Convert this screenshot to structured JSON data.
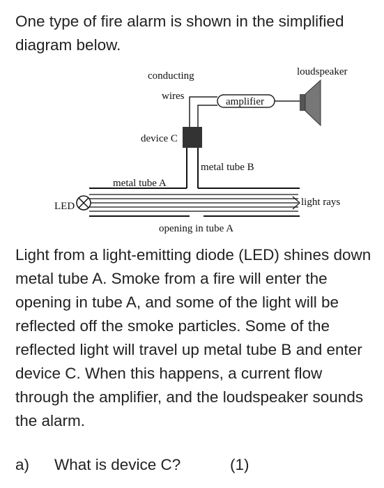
{
  "intro": "One type of fire alarm is shown in the simplified diagram below.",
  "diagram": {
    "labels": {
      "conducting": "conducting",
      "wires": "wires",
      "amplifier": "amplifier",
      "loudspeaker": "loudspeaker",
      "device_c": "device C",
      "metal_tube_b": "metal tube B",
      "metal_tube_a": "metal tube A",
      "led": "LED",
      "light_rays": "light rays",
      "opening": "opening in tube A"
    }
  },
  "body_text": "Light from a light-emitting diode (LED) shines down metal tube A. Smoke from a fire will enter the opening in tube A, and some of the light will be reflected off the smoke particles. Some of the reflected light will travel up metal tube B and enter device C. When this happens, a current flow through the amplifier, and the loudspeaker sounds the alarm.",
  "question": {
    "label": "a)",
    "text": "What is device C?",
    "marks": "(1)"
  }
}
